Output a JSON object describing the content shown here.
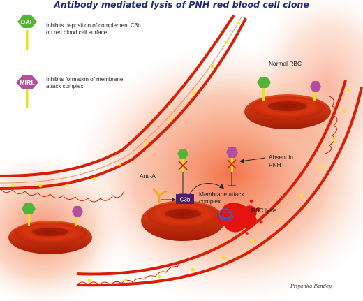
{
  "title": "Antibody mediated lysis of PNH red blood cell clone",
  "legend": {
    "daf": {
      "key": "DAF",
      "line1": "Inhibits deposition of complement C3b",
      "line2": "on red blood cell surface"
    },
    "mirl": {
      "key": "MIRL",
      "line1": "Inhibits formation of membrane",
      "line2": "attack complex"
    }
  },
  "labels": {
    "normal_rbc": "Normal RBC",
    "absent_line1": "Absent in",
    "absent_line2": "PNH",
    "anti_a": "Anti-A",
    "c3b": "C3b",
    "mac_line1": "Membrane attack",
    "mac_line2": "complex",
    "rbc_lysis": "RBC lysis",
    "signature": "Priyanka Pandey"
  },
  "colors": {
    "daf_green": "#55b33a",
    "mirl_magenta": "#b34e9b",
    "stem_yellow": "#e8e21a",
    "vessel_red": "#d81e05",
    "rbc_red": "#d42a10",
    "c3b_purple": "#4b2067",
    "title_blue": "#1e2a78"
  }
}
